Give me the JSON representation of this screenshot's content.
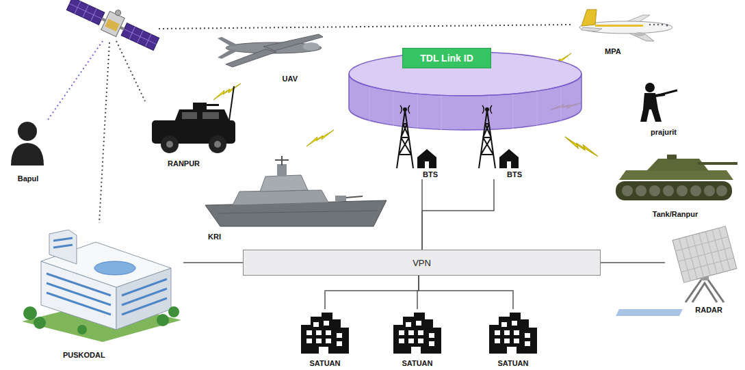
{
  "diagram": {
    "nodes": [
      {
        "text": [
          "UAV"
        ]
      },
      {
        "text": [
          "TDL Link ID"
        ]
      },
      {
        "text": [
          "MPA"
        ]
      },
      {
        "text": [
          "Bapul"
        ]
      },
      {
        "text": [
          "RANPUR"
        ]
      },
      {
        "text": [
          "prajurit"
        ]
      },
      {
        "text": [
          "BTS"
        ]
      },
      {
        "text": [
          "BTS"
        ]
      },
      {
        "text": [
          "Tank/Ranpur"
        ]
      },
      {
        "text": [
          "KRI"
        ]
      },
      {
        "text": [
          "VPN"
        ]
      },
      {
        "text": [
          "RADAR"
        ]
      },
      {
        "text": [
          "PUSKODAL"
        ]
      },
      {
        "text": [
          "SATUAN"
        ]
      },
      {
        "text": [
          "SATUAN"
        ]
      },
      {
        "text": [
          "SATUAN"
        ]
      }
    ],
    "edges": [
      {
        "from": 10,
        "to": 12,
        "arrow": "none"
      },
      {
        "from": 10,
        "to": 11,
        "arrow": "none"
      },
      {
        "from": 6,
        "to": 10,
        "arrow": "none"
      },
      {
        "from": 7,
        "to": 10,
        "arrow": "none"
      },
      {
        "from": 10,
        "to": 13,
        "arrow": "none"
      },
      {
        "from": 10,
        "to": 14,
        "arrow": "none"
      },
      {
        "from": 10,
        "to": 15,
        "arrow": "none"
      }
    ]
  }
}
